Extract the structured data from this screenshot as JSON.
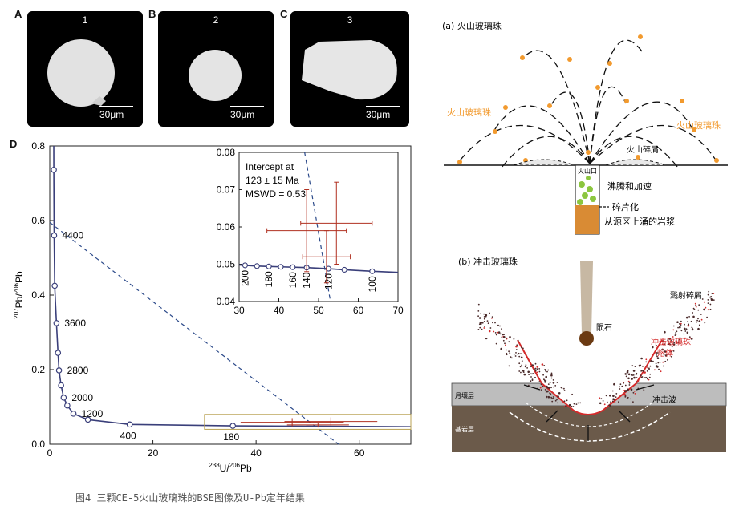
{
  "panels": {
    "a_label": "A",
    "b_label": "B",
    "c_label": "C",
    "d_label": "D",
    "bse": [
      {
        "number": "1",
        "scale": "30μm"
      },
      {
        "number": "2",
        "scale": "30μm"
      },
      {
        "number": "3",
        "scale": "30μm"
      }
    ]
  },
  "chart_data": {
    "type": "scatter",
    "xlabel": "238U/206Pb",
    "ylabel": "207Pb/206Pb",
    "xlim": [
      0,
      70
    ],
    "ylim": [
      0,
      0.8
    ],
    "xticks": [
      "0",
      "20",
      "40",
      "60"
    ],
    "yticks": [
      "0.0",
      "0.2",
      "0.4",
      "0.6",
      "0.8"
    ],
    "concordia": [
      {
        "x": 0.79,
        "y": 0.736
      },
      {
        "x": 0.85,
        "y": 0.56,
        "label": "4400"
      },
      {
        "x": 0.96,
        "y": 0.425
      },
      {
        "x": 1.3,
        "y": 0.325,
        "label": "3600"
      },
      {
        "x": 1.6,
        "y": 0.245
      },
      {
        "x": 1.8,
        "y": 0.198,
        "label": "2800"
      },
      {
        "x": 2.2,
        "y": 0.158
      },
      {
        "x": 2.7,
        "y": 0.125,
        "label": "2000"
      },
      {
        "x": 3.4,
        "y": 0.104
      },
      {
        "x": 4.6,
        "y": 0.082,
        "label": "1200"
      },
      {
        "x": 7.4,
        "y": 0.066
      },
      {
        "x": 15.5,
        "y": 0.053,
        "label": "400"
      },
      {
        "x": 35.5,
        "y": 0.0494,
        "label": "180"
      }
    ],
    "regression_line": {
      "x1": 0,
      "y1": 0.595,
      "x2": 56,
      "y2": 0
    },
    "inset": {
      "intercept_text": [
        "Intercept at",
        "123 ± 15 Ma",
        "MSWD = 0.53"
      ],
      "xlim": [
        30,
        70
      ],
      "ylim": [
        0.04,
        0.08
      ],
      "xticks": [
        "30",
        "40",
        "50",
        "60",
        "70"
      ],
      "yticks": [
        "0.04",
        "0.05",
        "0.06",
        "0.07",
        "0.08"
      ],
      "concordia_points": [
        {
          "x": 31.5,
          "y": 0.0497,
          "label": "200"
        },
        {
          "x": 34.5,
          "y": 0.0495
        },
        {
          "x": 37.5,
          "y": 0.0494,
          "label": "180"
        },
        {
          "x": 40.5,
          "y": 0.0493
        },
        {
          "x": 43.5,
          "y": 0.0492,
          "label": "160"
        },
        {
          "x": 47,
          "y": 0.0491,
          "label": "140"
        },
        {
          "x": 52.5,
          "y": 0.0488,
          "label": "120"
        },
        {
          "x": 56.5,
          "y": 0.0485
        },
        {
          "x": 63.5,
          "y": 0.0481,
          "label": "100"
        }
      ],
      "data_points": [
        {
          "x": 47,
          "y": 0.059,
          "xerr": 10,
          "yerr": 0.011
        },
        {
          "x": 52,
          "y": 0.052,
          "xerr": 6,
          "yerr": 0.007
        },
        {
          "x": 54.5,
          "y": 0.061,
          "xerr": 9,
          "yerr": 0.011
        }
      ]
    }
  },
  "diagram": {
    "a_title": "(a) 火山玻璃珠",
    "a_glass_left": "火山玻璃珠",
    "a_glass_right": "火山玻璃珠",
    "a_debris": "火山碎屑",
    "a_vent": "火山口",
    "a_boiling": "沸腾和加速",
    "a_fragment": "碎片化",
    "a_magma": "从源区上涌的岩浆",
    "b_title": "(b) 冲击玻璃珠",
    "b_ejecta": "溅射碎屑",
    "b_meteorite": "陨石",
    "b_impact_glass": "冲击玻璃珠",
    "b_melt": "熔体",
    "b_regolith": "月壤层",
    "b_shock": "冲击波",
    "b_bedrock": "基岩层"
  },
  "caption": "图4 三颗CE-5火山玻璃珠的BSE图像及U-Pb定年结果",
  "colors": {
    "orange": "#f29a2e",
    "red": "#d42a2a",
    "concordia": "#3a3f7a",
    "dashed_line": "#2c4a8a",
    "error": "#b03020"
  }
}
